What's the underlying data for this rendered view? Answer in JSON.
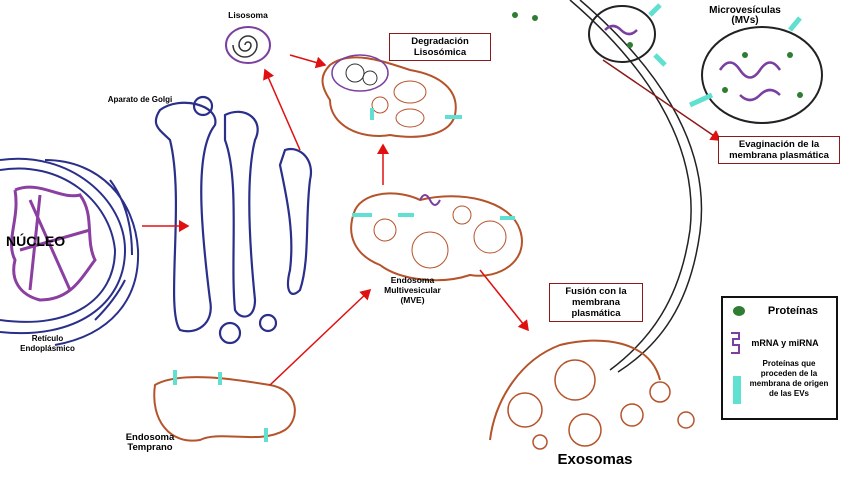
{
  "labels": {
    "nucleus": "NÚCLEO",
    "er": "Retículo Endoplásmico",
    "golgi": "Aparato de Golgi",
    "lysosome": "Lisosoma",
    "lysosomal_degradation": "Degradación Lisosómica",
    "microvesicles": "Microvesículas (MVs)",
    "evagination": "Evaginación de la membrana plasmática",
    "mve": "Endosoma Multivesicular (MVE)",
    "fusion": "Fusión con la membrana plasmática",
    "early_endosome": "Endosoma Temprano",
    "exosomes": "Exosomas"
  },
  "legend": {
    "proteins": "Proteínas",
    "rna": "mRNA y miRNA",
    "membrane_proteins": "Proteínas que proceden de la membrana de origen de las EVs"
  },
  "colors": {
    "arrow": "#e01010",
    "golgi": "#2a2f8a",
    "endosome": "#b5532a",
    "rna": "#7a3fa0",
    "protein": "#2e7d32",
    "membrane_protein": "#5fe0d0",
    "box_border": "#8b1a1a"
  }
}
